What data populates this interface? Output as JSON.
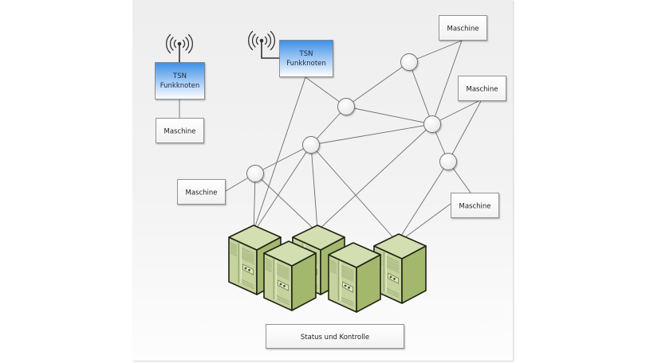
{
  "diagram": {
    "tsn_nodes": [
      {
        "id": "tsn-left",
        "line1": "TSN",
        "line2": "Funkknoten",
        "icon": "wireless-antenna-icon"
      },
      {
        "id": "tsn-center",
        "line1": "TSN",
        "line2": "Funkknoten",
        "icon": "wireless-antenna-icon"
      }
    ],
    "machines": [
      {
        "id": "machine-left-top",
        "label": "Maschine"
      },
      {
        "id": "machine-left",
        "label": "Maschine"
      },
      {
        "id": "machine-top-right",
        "label": "Maschine"
      },
      {
        "id": "machine-right",
        "label": "Maschine"
      },
      {
        "id": "machine-right-lower",
        "label": "Maschine"
      }
    ],
    "switch_nodes": [
      "n1",
      "n2",
      "n3",
      "n4",
      "n5",
      "n6"
    ],
    "servers": [
      "server-1",
      "server-2",
      "server-3",
      "server-4",
      "server-5"
    ],
    "status_box": {
      "label": "Status und Kontrolle"
    },
    "colors": {
      "tsn_gradient_top": "#3d8fe8",
      "tsn_gradient_bottom": "#ffffff",
      "server_green": "#b7c98a",
      "line": "#6d6d6d"
    }
  }
}
